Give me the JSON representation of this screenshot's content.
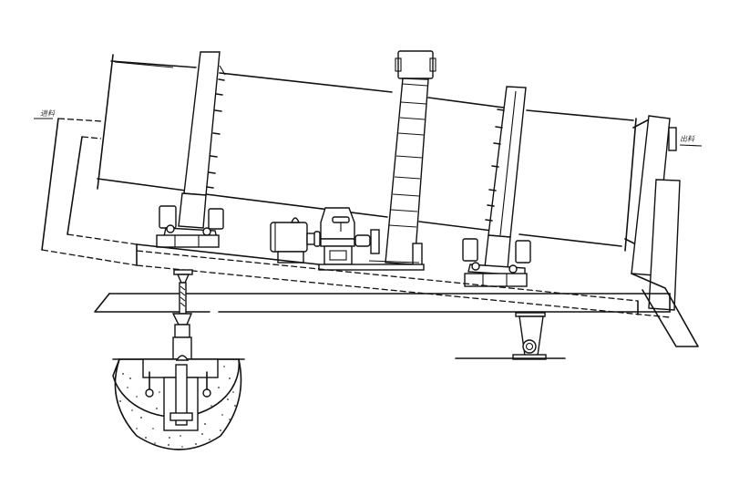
{
  "diagram": {
    "type": "engineering-line-drawing",
    "subject": "inclined rotary drum (dryer/kiln) on supporting frame",
    "labels": {
      "inlet": "进料",
      "outlet": "出料"
    },
    "components": [
      "rotary-drum",
      "inlet-hood",
      "outlet-hood",
      "rolling-ring-left",
      "rolling-ring-right",
      "girth-gear",
      "support-roller-left",
      "support-roller-right",
      "drive-motor",
      "gear-reducer",
      "coupling",
      "base-frame",
      "ground-beam",
      "hydraulic-jack",
      "concrete-pit",
      "pivot-hinge-support"
    ],
    "colors": {
      "line": "#111111",
      "background": "#ffffff",
      "label": "#333333"
    }
  }
}
